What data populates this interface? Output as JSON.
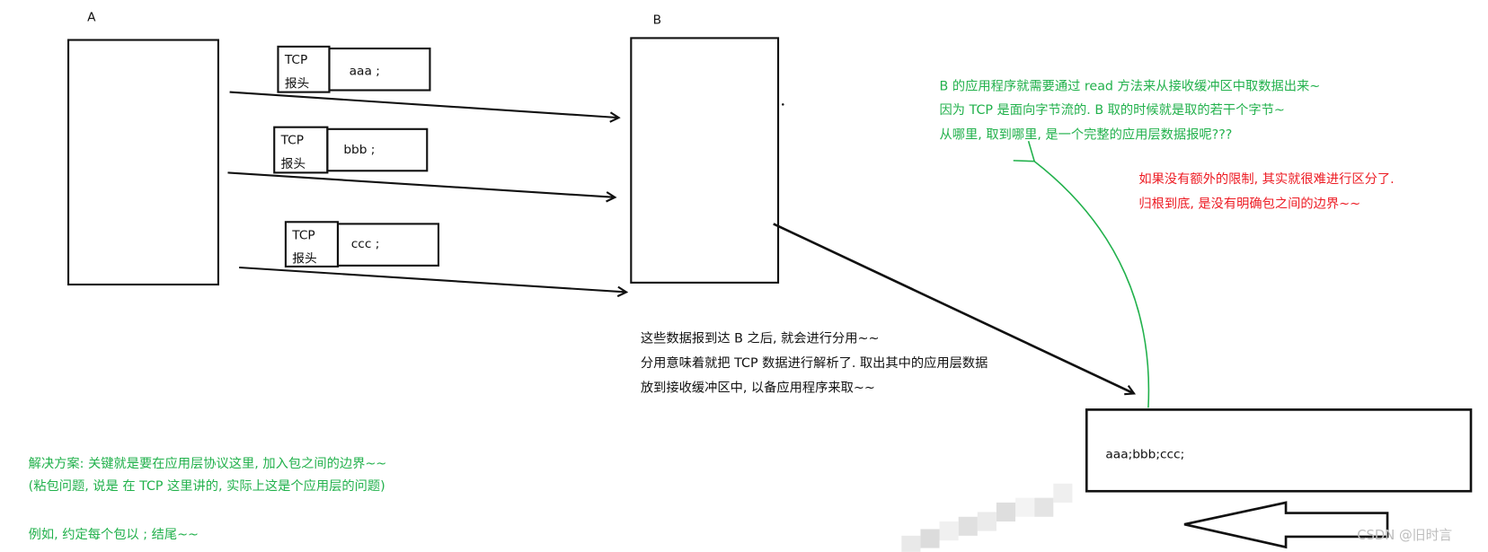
{
  "hosts": {
    "a_label": "A",
    "b_label": "B"
  },
  "packets": [
    {
      "header_line1": "TCP",
      "header_line2": "报头",
      "payload": "aaa ;"
    },
    {
      "header_line1": "TCP",
      "header_line2": "报头",
      "payload": "bbb ;"
    },
    {
      "header_line1": "TCP",
      "header_line2": "报头",
      "payload": "ccc ;"
    }
  ],
  "demux_note": [
    "这些数据报到达 B 之后, 就会进行分用~~",
    "分用意味着就把 TCP 数据进行解析了. 取出其中的应用层数据",
    "放到接收缓冲区中, 以备应用程序来取~~"
  ],
  "receive_buffer": {
    "content": "aaa;bbb;ccc;"
  },
  "read_note": [
    "B 的应用程序就需要通过 read 方法来从接收缓冲区中取数据出来~",
    "因为 TCP 是面向字节流的. B 取的时候就是取的若干个字节~",
    "从哪里, 取到哪里, 是一个完整的应用层数据报呢???"
  ],
  "problem_note": [
    "如果没有额外的限制, 其实就很难进行区分了.",
    "归根到底, 是没有明确包之间的边界~~"
  ],
  "solution_note": [
    "解决方案: 关键就是要在应用层协议这里, 加入包之间的边界~~",
    "(粘包问题, 说是 在 TCP 这里讲的, 实际上这是个应用层的问题)",
    "例如, 约定每个包以 ; 结尾~~"
  ],
  "watermark": "CSDN @旧时言",
  "colors": {
    "ink": "#111111",
    "green": "#22b14c",
    "red": "#ed1c24"
  }
}
